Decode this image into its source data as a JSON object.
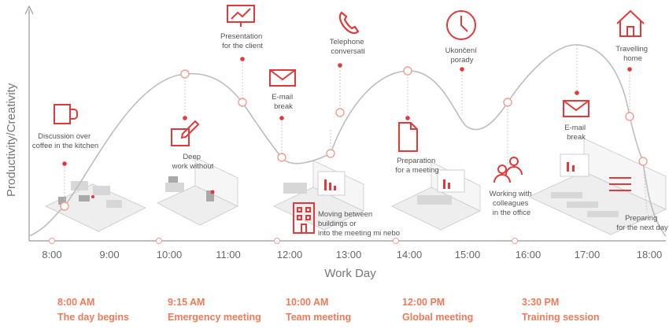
{
  "axes": {
    "y_label": "Productivity/Creativity",
    "x_label": "Work Day",
    "ticks": [
      "8:00",
      "9:00",
      "10:00",
      "11:00",
      "12:00",
      "13:00",
      "14:00",
      "15:00",
      "16:00",
      "17:00",
      "18:00"
    ]
  },
  "annotations": {
    "coffee": [
      "Discussion over",
      "coffee in the kitchen"
    ],
    "deep_work": [
      "Deep",
      "work without"
    ],
    "presentation": [
      "Presentation",
      "for the client"
    ],
    "email_break_1": [
      "E-mail",
      "break"
    ],
    "moving": [
      "Moving between",
      "buildings or",
      "into the meeting mi nebo"
    ],
    "telephone": [
      "Telephone",
      "conversati"
    ],
    "preparation": [
      "Preparation",
      "for a meeting"
    ],
    "ukonceni": [
      "Ukončení",
      "porady"
    ],
    "colleagues": [
      "Working with",
      "colleagues",
      "in the office"
    ],
    "email_break_2": [
      "E-mail",
      "break"
    ],
    "travelling": [
      "Travelling",
      "home"
    ],
    "preparing": [
      "Preparing",
      "for the next day"
    ]
  },
  "events": [
    {
      "time": "8:00 AM",
      "name": "The day begins"
    },
    {
      "time": "9:15 AM",
      "name": "Emergency meeting"
    },
    {
      "time": "10:00 AM",
      "name": "Team meeting"
    },
    {
      "time": "12:00 PM",
      "name": "Global meeting"
    },
    {
      "time": "3:30 PM",
      "name": "Training session"
    }
  ],
  "icons": [
    "coffee-cup-icon",
    "edit-icon",
    "presentation-board-icon",
    "envelope-icon",
    "building-icon",
    "telephone-icon",
    "document-icon",
    "clock-icon",
    "people-icon",
    "house-icon",
    "bars-icon"
  ],
  "colors": {
    "accent": "#e23a3a",
    "event_text": "#f07a5a",
    "curve": "#bdbdbd",
    "axis": "#999999"
  }
}
